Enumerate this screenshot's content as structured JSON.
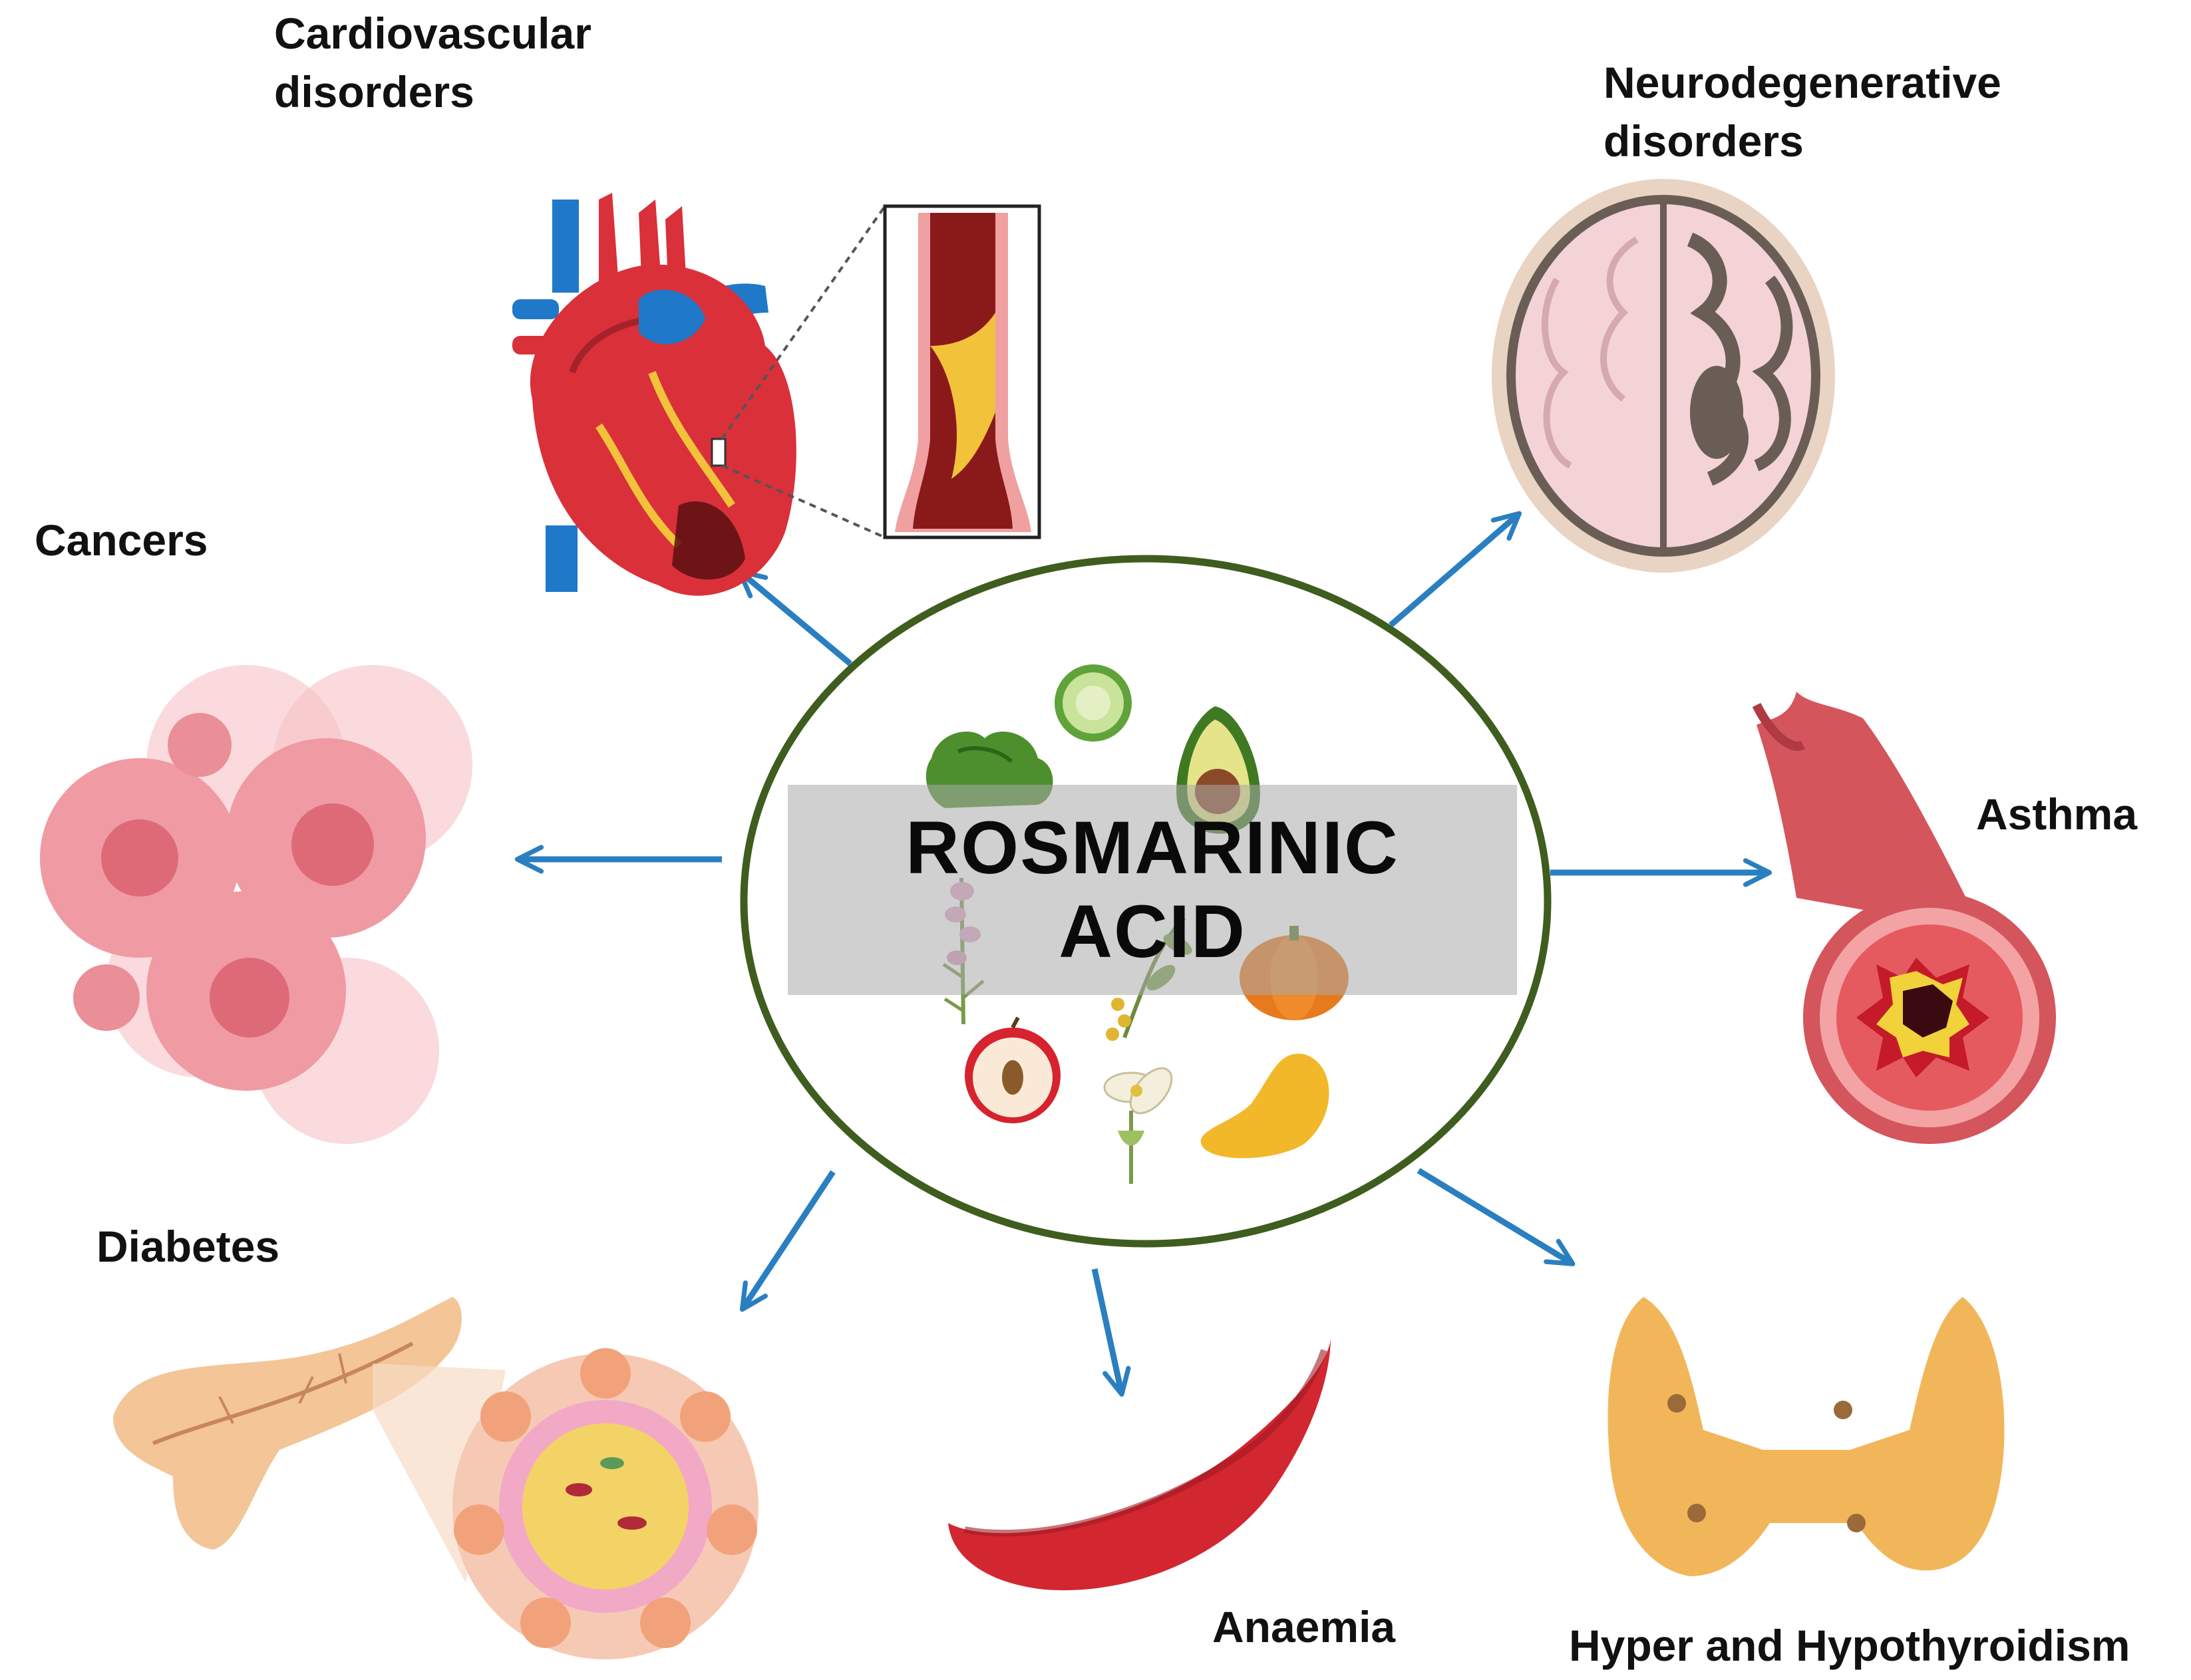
{
  "center": {
    "title_line1": "ROSMARINIC",
    "title_line2": "ACID"
  },
  "conditions": {
    "cardiovascular": {
      "line1": "Cardiovascular",
      "line2": "disorders",
      "icon": "heart-icon"
    },
    "neurodegenerative": {
      "line1": "Neurodegenerative",
      "line2": "disorders",
      "icon": "brain-icon"
    },
    "cancers": {
      "label": "Cancers",
      "icon": "cancer-cells-icon"
    },
    "asthma": {
      "label": "Asthma",
      "icon": "airway-icon"
    },
    "diabetes": {
      "label": "Diabetes",
      "icon": "pancreas-icon"
    },
    "anaemia": {
      "label": "Anaemia",
      "icon": "sickle-cell-icon"
    },
    "thyroid": {
      "label": "Hyper and Hypothyroidism",
      "icon": "thyroid-icon"
    }
  },
  "colors": {
    "arrow": "#2a7fc0",
    "circle_border": "#3e5d1e",
    "heart_red": "#d9303a",
    "vessel_blue": "#1f78c8",
    "brain_pink": "#f3d3d6",
    "cell_pink": "#f09aa3",
    "pancreas_tan": "#f3c597",
    "rbc_red": "#d22630",
    "thyroid_orange": "#f2b65a"
  }
}
